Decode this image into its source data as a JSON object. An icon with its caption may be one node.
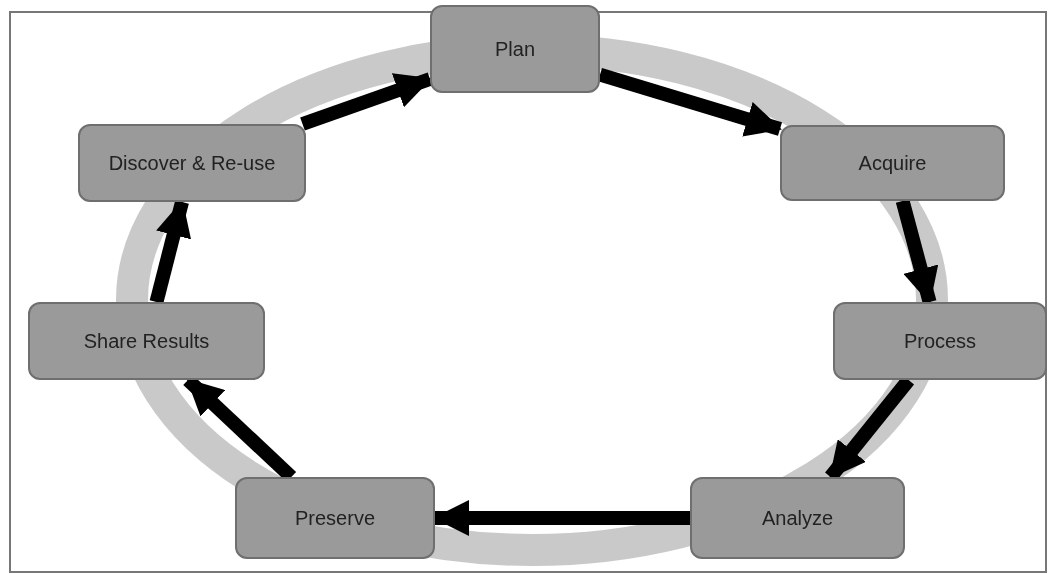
{
  "diagram": {
    "nodes": [
      {
        "text": [
          "Plan"
        ]
      },
      {
        "text": [
          "Acquire"
        ]
      },
      {
        "text": [
          "Process"
        ]
      },
      {
        "text": [
          "Analyze"
        ]
      },
      {
        "text": [
          "Preserve"
        ]
      },
      {
        "text": [
          "Share Results"
        ]
      },
      {
        "text": [
          "Discover & Re-use"
        ]
      }
    ],
    "edges": [
      {
        "from": 0,
        "to": 1,
        "arrow": "to"
      },
      {
        "from": 1,
        "to": 2,
        "arrow": "to"
      },
      {
        "from": 2,
        "to": 3,
        "arrow": "to"
      },
      {
        "from": 3,
        "to": 4,
        "arrow": "to"
      },
      {
        "from": 4,
        "to": 5,
        "arrow": "to"
      },
      {
        "from": 5,
        "to": 6,
        "arrow": "to"
      },
      {
        "from": 6,
        "to": 0,
        "arrow": "to"
      }
    ]
  }
}
